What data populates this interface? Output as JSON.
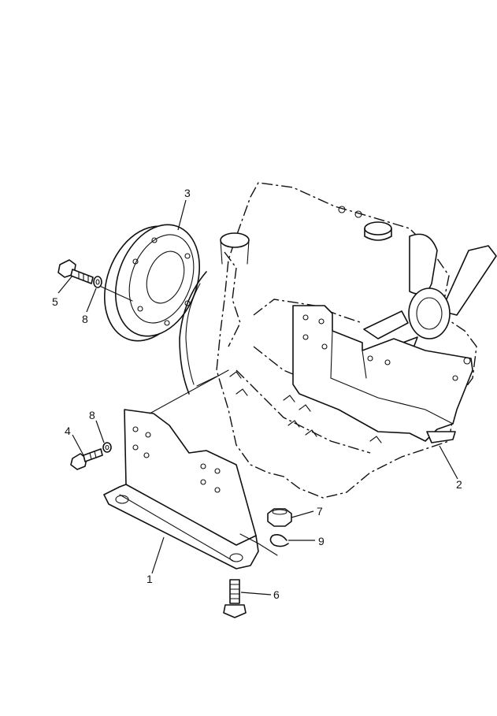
{
  "callouts": [
    {
      "id": "c1",
      "text": "1"
    },
    {
      "id": "c2",
      "text": "2"
    },
    {
      "id": "c3",
      "text": "3"
    },
    {
      "id": "c4",
      "text": "4"
    },
    {
      "id": "c5",
      "text": "5"
    },
    {
      "id": "c6",
      "text": "6"
    },
    {
      "id": "c7",
      "text": "7"
    },
    {
      "id": "c8a",
      "text": "8"
    },
    {
      "id": "c8b",
      "text": "8"
    },
    {
      "id": "c9",
      "text": "9"
    }
  ],
  "colors": {
    "ink": "#111111",
    "paper": "#ffffff"
  }
}
